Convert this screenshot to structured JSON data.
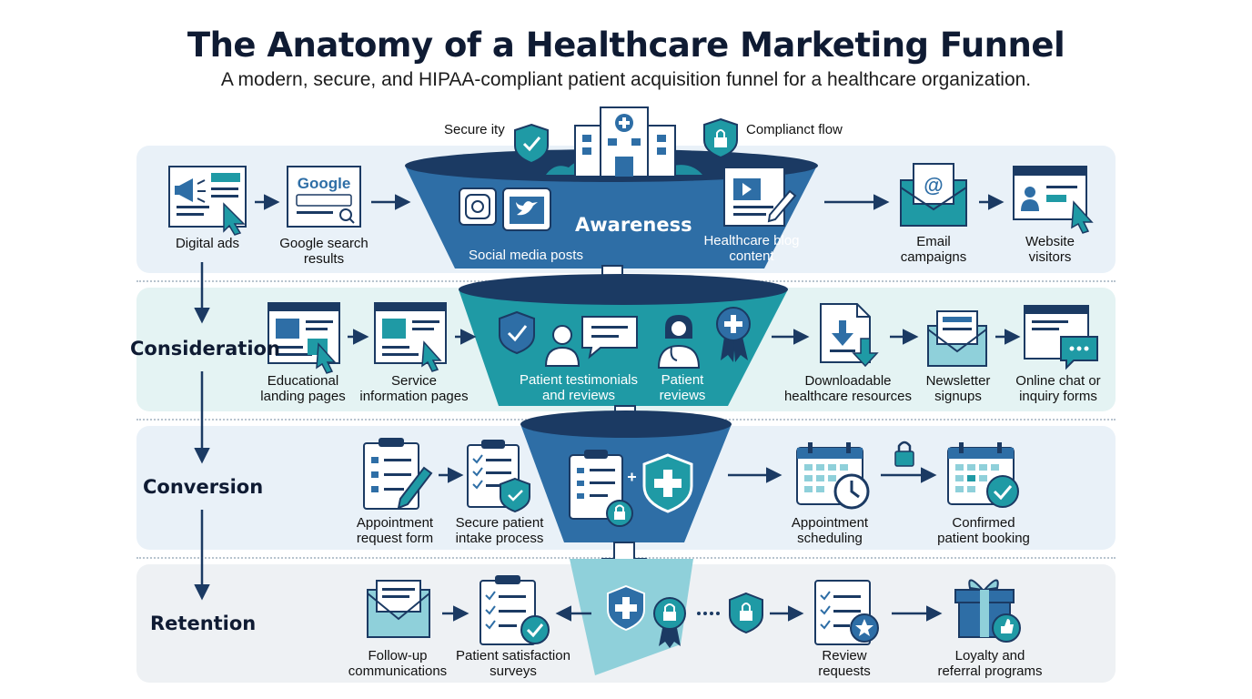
{
  "title": "The Anatomy of a Healthcare Marketing Funnel",
  "subtitle": "A modern, secure, and HIPAA-compliant patient acquisition funnel for a healthcare organization.",
  "top_labels": {
    "security": "Secure ity",
    "compliance": "Complianct flow"
  },
  "colors": {
    "navy": "#1b3a63",
    "blue": "#2e6ea6",
    "teal": "#1f9aa5",
    "light_teal": "#8fd0da",
    "band_blue": "#e9f1f8",
    "band_teal": "#e4f3f3",
    "band_grey": "#eef1f4"
  },
  "stages": [
    {
      "name": "Awareness",
      "left_items": [
        {
          "label": "Digital ads",
          "icon": "digital-ad-icon"
        },
        {
          "label": "Google search\nresults",
          "icon": "google-search-icon",
          "brand": "Google"
        }
      ],
      "funnel_items": [
        {
          "label": "Social media posts",
          "icon": "social-media-icon"
        },
        {
          "label": "Healthcare blog\ncontent",
          "icon": "blog-content-icon"
        }
      ],
      "right_items": [
        {
          "label": "Email\ncampaigns",
          "icon": "email-icon"
        },
        {
          "label": "Website\nvisitors",
          "icon": "website-icon"
        }
      ]
    },
    {
      "name": "Consideration",
      "left_items": [
        {
          "label": "Educational\nlanding pages",
          "icon": "landing-page-icon"
        },
        {
          "label": "Service\ninformation pages",
          "icon": "info-page-icon"
        }
      ],
      "funnel_items": [
        {
          "label": "Patient testimonials\nand reviews",
          "icon": "testimonial-icon"
        },
        {
          "label": "Patient\nreviews",
          "icon": "doctor-icon"
        }
      ],
      "right_items": [
        {
          "label": "Downloadable\nhealthcare resources",
          "icon": "download-icon"
        },
        {
          "label": "Newsletter\nsignups",
          "icon": "newsletter-icon"
        },
        {
          "label": "Online chat or\ninquiry forms",
          "icon": "chat-icon"
        }
      ]
    },
    {
      "name": "Conversion",
      "left_items": [
        {
          "label": "Appointment\nrequest form",
          "icon": "form-icon"
        },
        {
          "label": "Secure patient\nintake process",
          "icon": "intake-icon"
        }
      ],
      "funnel_items": [
        {
          "label": "",
          "icon": "secure-clipboard-icon"
        }
      ],
      "right_items": [
        {
          "label": "Appointment\nscheduling",
          "icon": "calendar-clock-icon"
        },
        {
          "label": "Confirmed\npatient booking",
          "icon": "calendar-check-icon"
        }
      ]
    },
    {
      "name": "Retention",
      "left_items": [
        {
          "label": "Follow-up\ncommunications",
          "icon": "mail-icon"
        },
        {
          "label": "Patient satisfaction\nsurveys",
          "icon": "survey-icon"
        }
      ],
      "funnel_items": [
        {
          "label": "",
          "icon": "medical-shield-icon"
        }
      ],
      "right_items": [
        {
          "label": "Review\nrequests",
          "icon": "review-icon"
        },
        {
          "label": "Loyalty and\nreferral programs",
          "icon": "gift-icon"
        }
      ]
    }
  ]
}
